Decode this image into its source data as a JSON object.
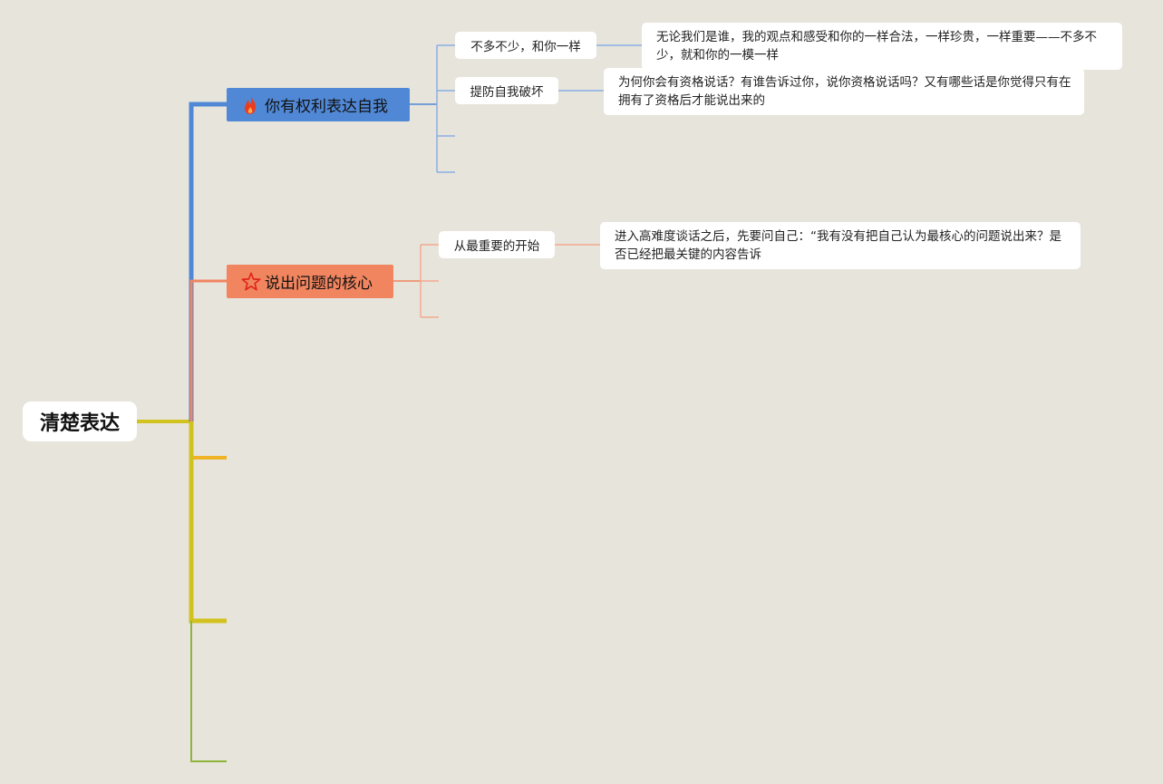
{
  "mindmap": {
    "root": {
      "label": "清楚表达"
    },
    "topics": [
      {
        "label": "你有权利表达自我",
        "icon": "fire-icon",
        "color": "#5088d6",
        "subtopics": [
          {
            "label": "不多不少，和你一样",
            "note": "无论我们是谁，我的观点和感受和你的一样合法，一样珍贵，一样重要——不多不 少，就和你的一模一样"
          },
          {
            "label": "提防自我破坏",
            "note": "为何你会有资格说话？有谁告诉过你，说你资格说话吗？又有哪些话是你觉得只有在 拥有了资格后才能说出来的"
          }
        ]
      },
      {
        "label": "说出问题的核心",
        "icon": "star-icon",
        "color": "#f0855f",
        "subtopics": [
          {
            "label": "从最重要的开始",
            "note": "进入高难度谈话之后，先要问自己：“我有没有把自己认为最核心的问题说出来？是 否已经把最关键的内容告诉"
          }
        ]
      }
    ],
    "branch_colors": {
      "blue": "#5088d6",
      "orange": "#f0855f",
      "yellow": "#f0b323",
      "olive": "#d2c21f",
      "green": "#8eb53a"
    }
  }
}
